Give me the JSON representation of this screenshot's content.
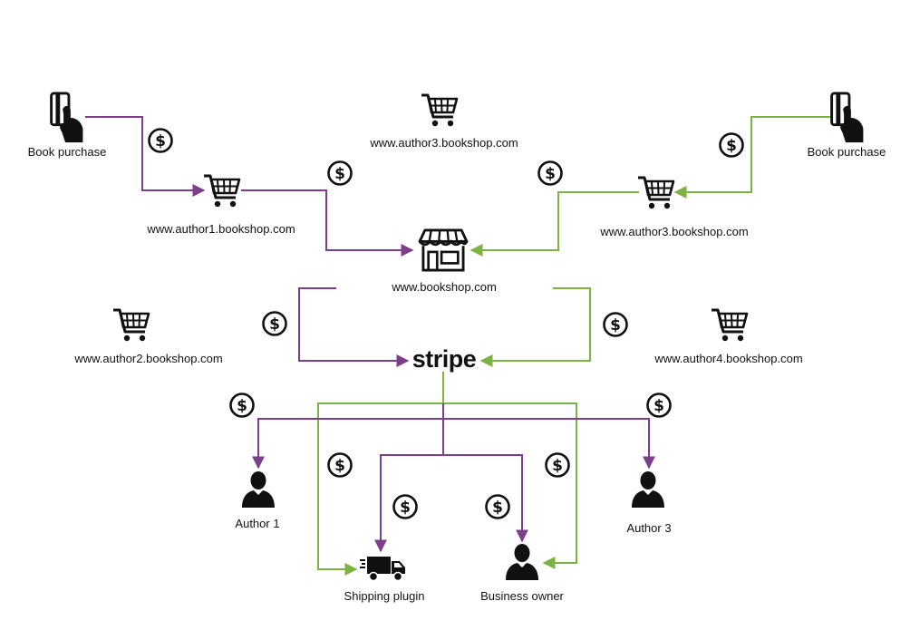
{
  "colors": {
    "purple": "#7b3f8c",
    "green": "#7cb342",
    "icon": "#111111"
  },
  "labels": {
    "book_purchase_left": "Book purchase",
    "book_purchase_right": "Book purchase",
    "author1_site": "www.author1.bookshop.com",
    "author3_site_top": "www.author3.bookshop.com",
    "author3_site_right": "www.author3.bookshop.com",
    "bookshop_site": "www.bookshop.com",
    "author2_site": "www.author2.bookshop.com",
    "author4_site": "www.author4.bookshop.com",
    "stripe": "stripe",
    "author1": "Author 1",
    "author3": "Author 3",
    "shipping_plugin": "Shipping plugin",
    "business_owner": "Business owner"
  },
  "icons": {
    "card": "card-tap-icon",
    "cart": "shopping-cart-icon",
    "store": "storefront-icon",
    "dollar": "dollar-coin-icon",
    "person": "person-icon",
    "truck": "truck-icon"
  }
}
